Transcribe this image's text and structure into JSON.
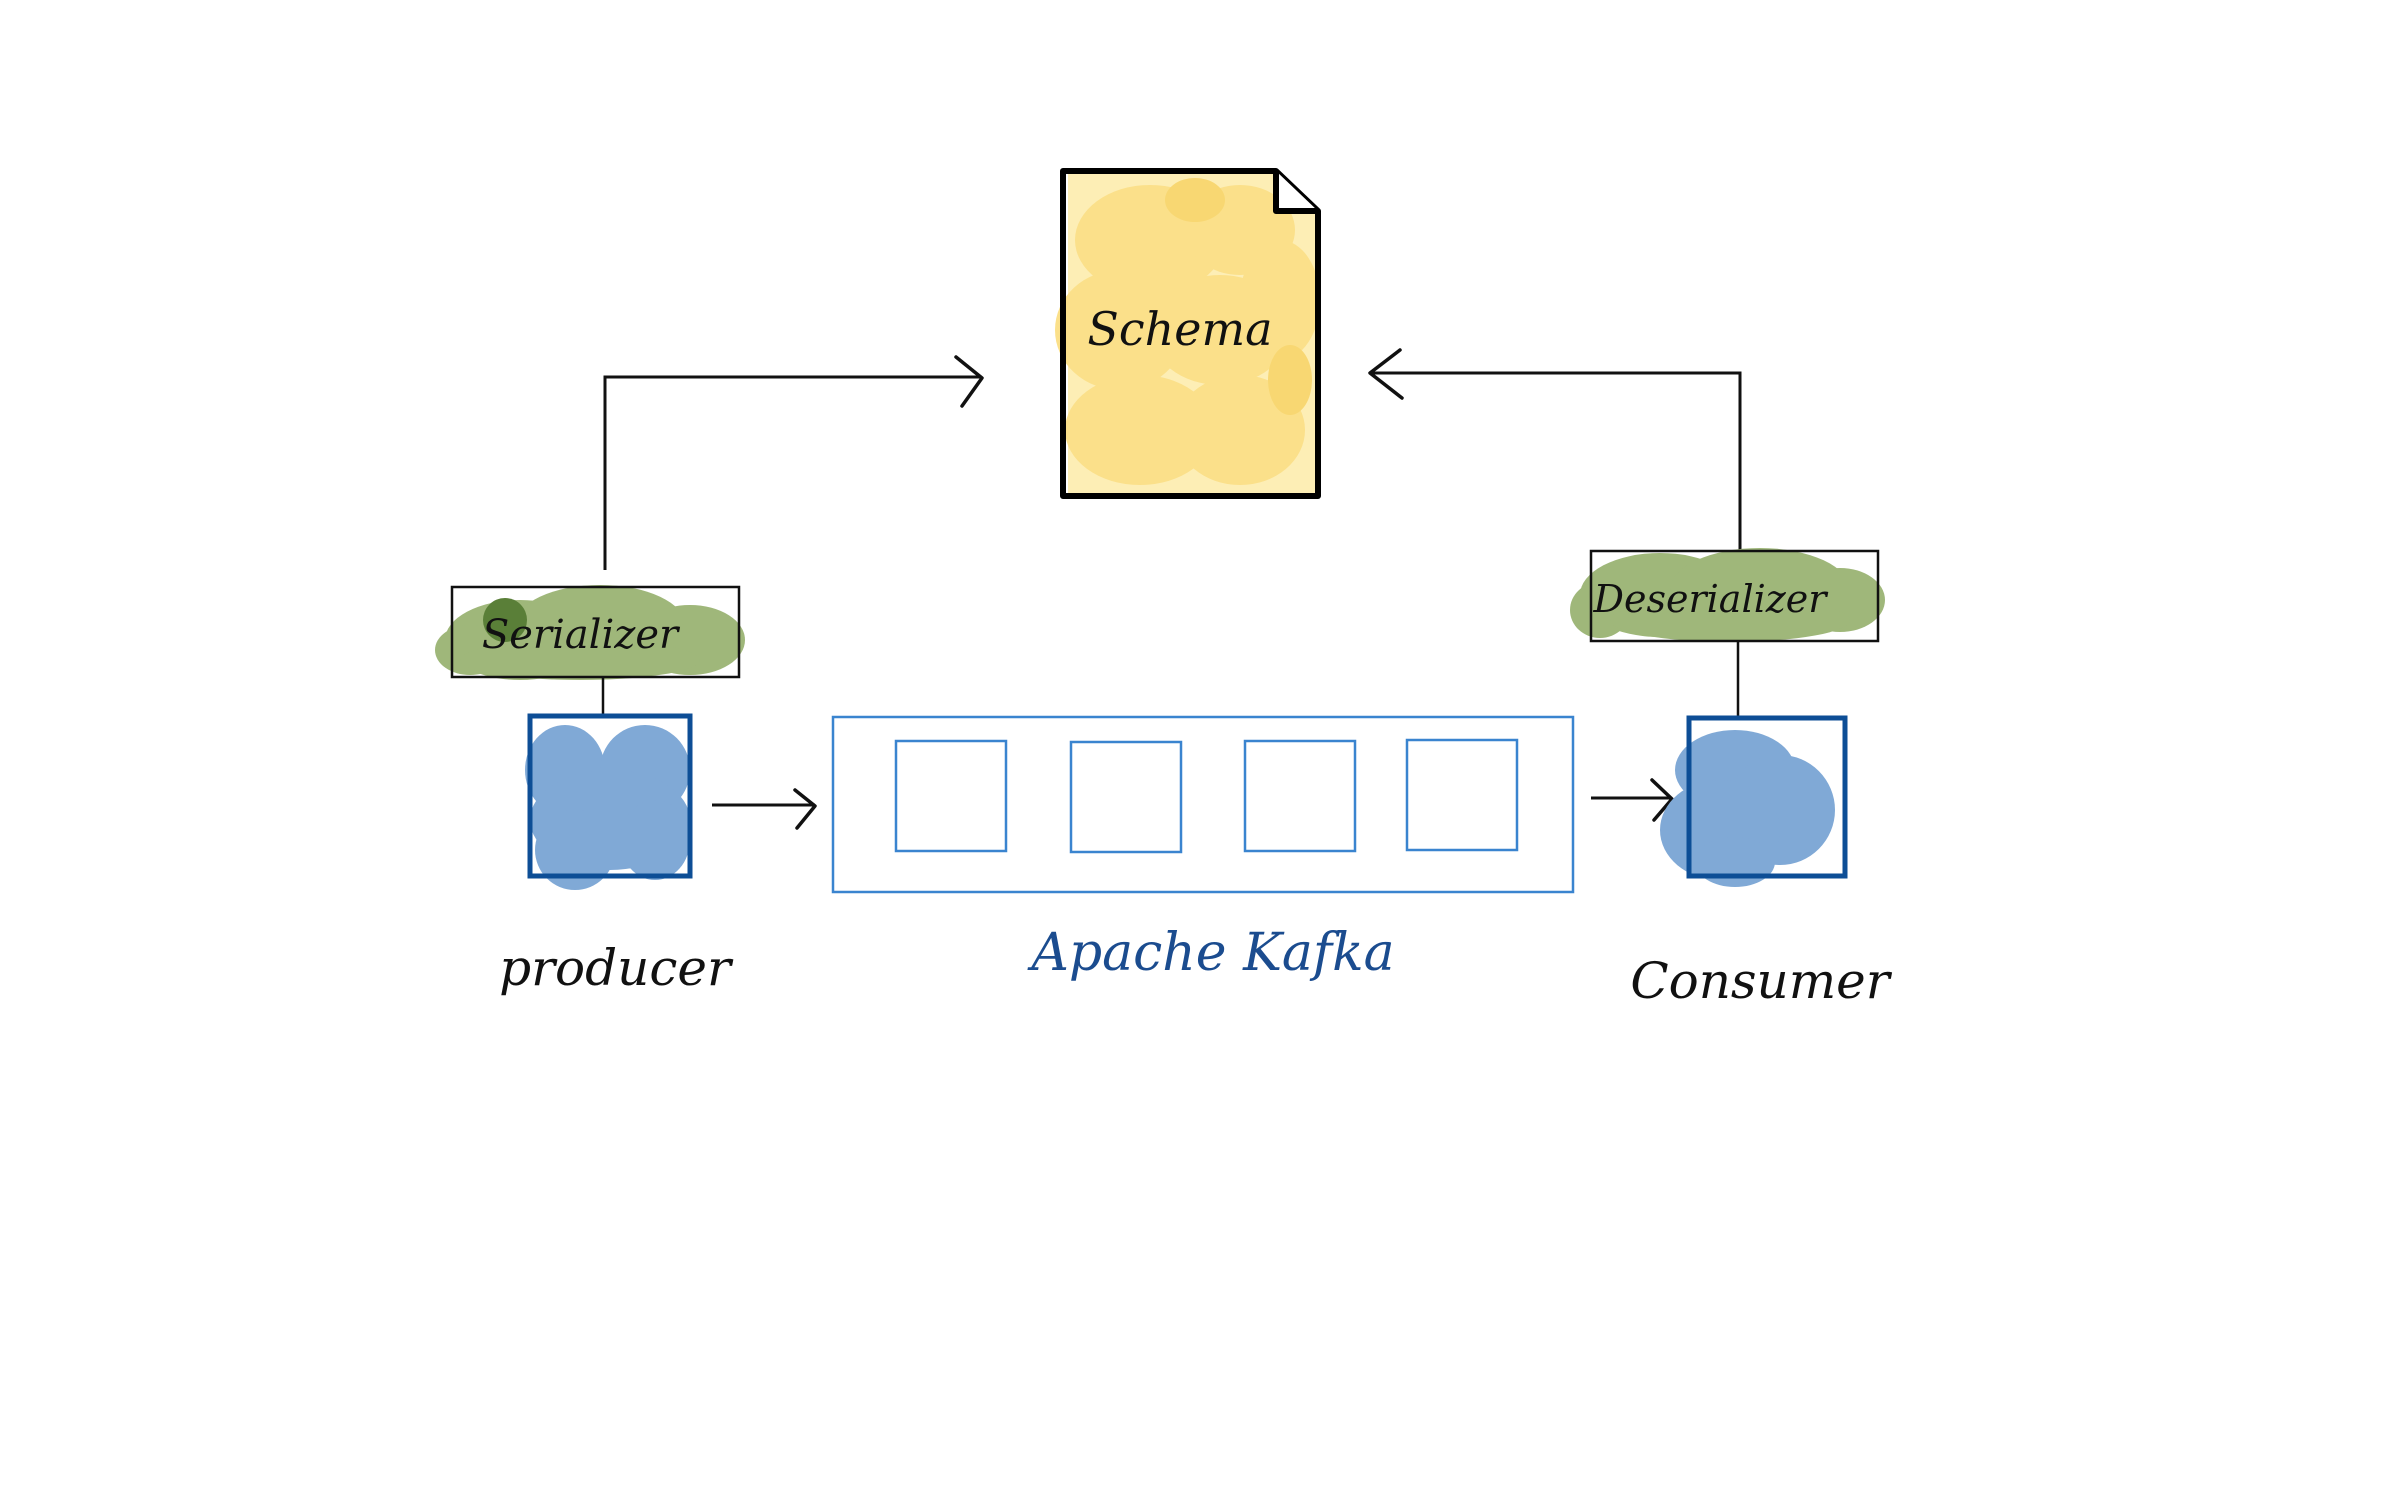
{
  "schema": {
    "label": "Schema"
  },
  "serializer": {
    "label": "Serializer"
  },
  "deserializer": {
    "label": "Deserializer"
  },
  "producer": {
    "label": "producer"
  },
  "consumer": {
    "label": "Consumer"
  },
  "kafka": {
    "label": "Apache Kafka",
    "partition_count": 4
  },
  "colors": {
    "schema_fill": "#fbe08a",
    "schema_fill_light": "#fdeeb5",
    "serializer_fill": "#9fb77a",
    "serializer_dark": "#5a7f38",
    "client_fill": "#80a9d6",
    "client_border": "#0d4e96",
    "kafka_border": "#3a84cf",
    "kafka_label": "#1b4c8f",
    "line": "#111111"
  }
}
